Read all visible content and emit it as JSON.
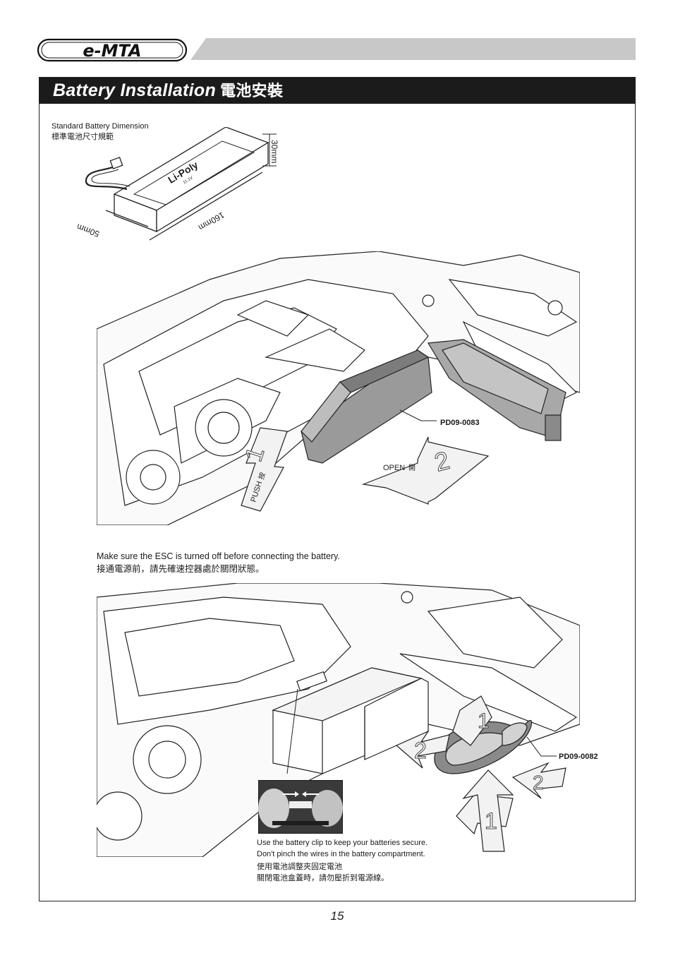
{
  "header": {
    "logo_text": "e-MTA",
    "title": "Battery Installation",
    "title_zh": "電池安裝"
  },
  "battery_dimension": {
    "label": "Standard Battery Dimension",
    "label_zh": "標準電池尺寸規範",
    "battery_text": "Li-Poly",
    "voltage_text": "11.1V",
    "length": "160mm",
    "width": "50mm",
    "height": "30mm"
  },
  "figure1": {
    "push_label": "PUSH",
    "push_label_zh": "按",
    "step1": "1",
    "open_label": "OPEN",
    "open_label_zh": "開",
    "step2": "2",
    "part_number": "PD09-0083"
  },
  "esc_note": {
    "en": "Make sure the ESC is turned off before connecting the battery.",
    "zh": "接通電源前，請先確速控器處於關閉狀態。"
  },
  "figure2": {
    "step1": "1",
    "step2": "2",
    "part_number": "PD09-0082"
  },
  "clip_note": {
    "en_line1": "Use the battery clip to keep your batteries secure.",
    "en_line2": "Don't pinch the wires in the battery compartment.",
    "zh_line1": "使用電池調整夾固定電池",
    "zh_line2": "關閉電池盒蓋時，請勿壓折到電源線。"
  },
  "page_number": "15"
}
